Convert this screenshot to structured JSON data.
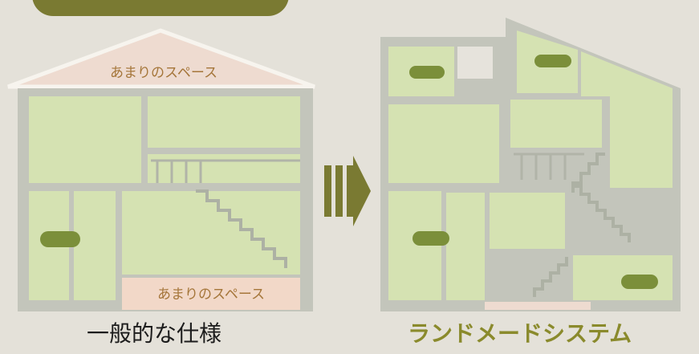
{
  "left_house": {
    "roof_label": "あまりのスペース",
    "floor_label": "あまりのスペース",
    "caption": "一般的な仕様"
  },
  "right_house": {
    "caption": "ランドメードシステム"
  },
  "colors": {
    "background": "#e4e1d9",
    "room_fill": "#d4e2b0",
    "wall": "#c2c5ba",
    "spare_space": "#f2d8c8",
    "accent": "#7a7a32",
    "caption_highlight": "#8a8a2c"
  },
  "icons": {
    "arrow": "double-bar-right-arrow-icon"
  }
}
